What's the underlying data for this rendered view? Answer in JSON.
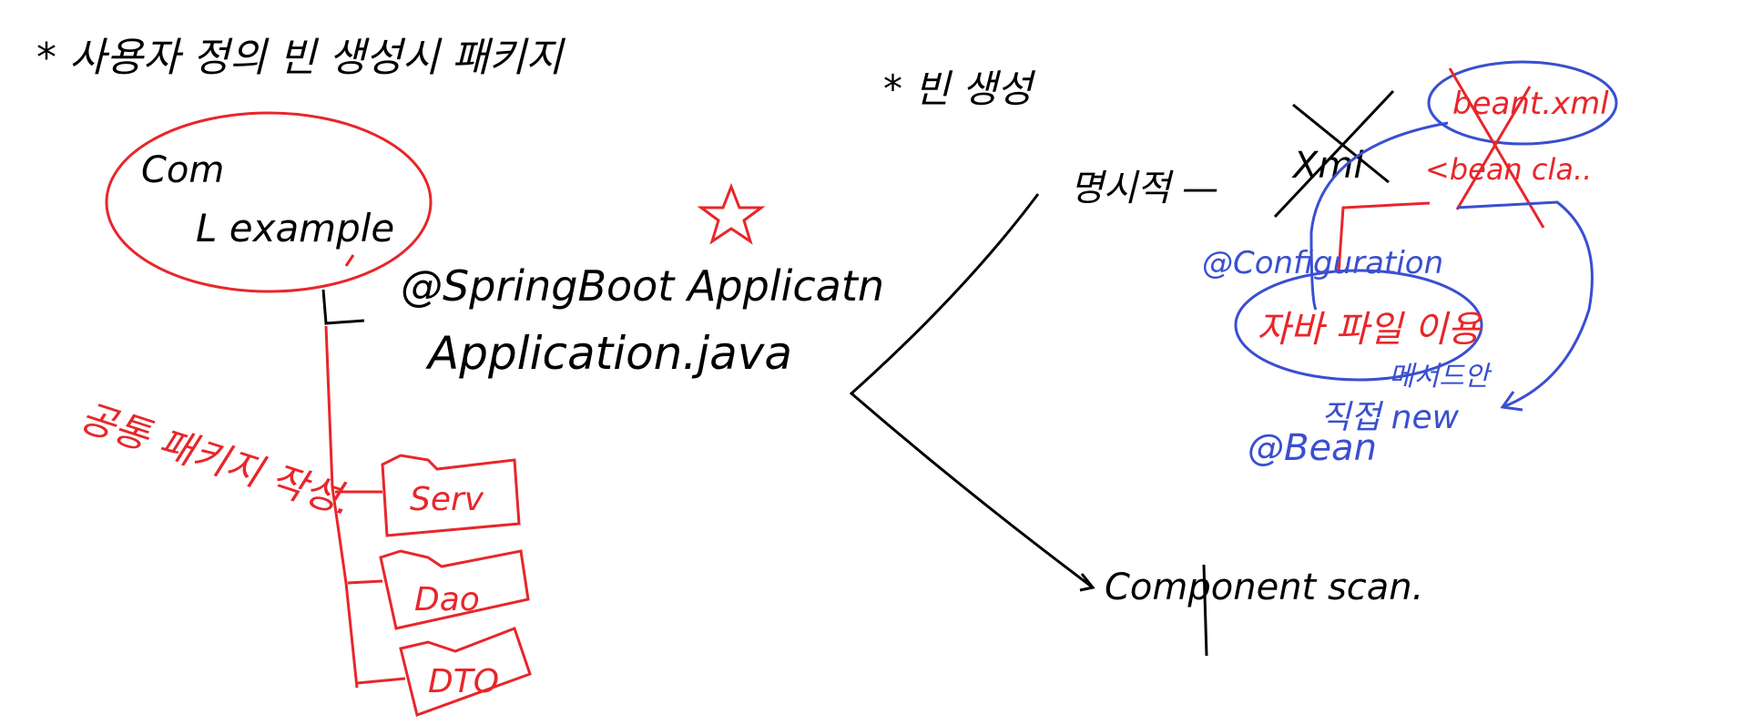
{
  "colors": {
    "ink": "#000000",
    "red": "#e8262a",
    "blue": "#3a4fd0"
  },
  "left": {
    "heading": "* 사용자 정의 빈 생성시 패키지",
    "root_line1": "Com",
    "root_line2": "L example",
    "annotation": "@SpringBoot Applicatn",
    "main_file": "Application.java",
    "note": "공통 패키지 작성.",
    "folders": [
      "Serv",
      "Dao",
      "DTO"
    ]
  },
  "right": {
    "heading": "* 빈 생성",
    "branch_a": "명시적 —",
    "xml": "Xml",
    "bean_xml": "beant.xml",
    "bean_tag": "<bean cla..",
    "configuration": "@Configuration",
    "java_file": "자바 파일 이용",
    "method": "메서드안",
    "direct_new": "직접 new",
    "bean": "@Bean",
    "branch_b": "Component scan."
  }
}
